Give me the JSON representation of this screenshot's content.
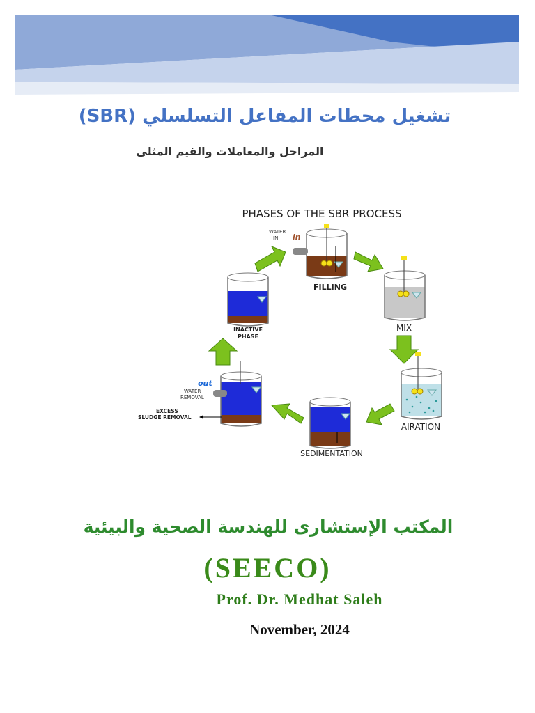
{
  "header": {
    "title": "تشغيل محطات المفاعل التسلسلي (SBR)",
    "subtitle": "المراحل والمعاملات والقيم المثلى"
  },
  "diagram": {
    "heading": "PHASES OF THE SBR PROCESS",
    "phases": {
      "filling": "FILLING",
      "mix": "MIX",
      "airation": "AIRATION",
      "sedimentation": "SEDIMENTATION",
      "inactive_line1": "INACTIVE",
      "inactive_line2": "PHASE"
    },
    "labels": {
      "water_in_line1": "WATER",
      "water_in_line2": "IN",
      "in_tag": "in",
      "out_tag": "out",
      "water_removal_line1": "WATER",
      "water_removal_line2": "REMOVAL",
      "excess_line1": "EXCESS",
      "excess_line2": "SLUDGE REMOVAL"
    },
    "colors": {
      "water": "#1e2bd8",
      "sludge": "#7a3a16",
      "mixed": "#c8c8c8",
      "aeration": "#bfe0e8",
      "arrow": "#7cc11e"
    }
  },
  "footer": {
    "office": "المكتب الإستشارى للهندسة الصحية والبيئية",
    "org": "(SEECO)",
    "author": "Prof. Dr. Medhat Saleh",
    "date": "November, 2024"
  }
}
